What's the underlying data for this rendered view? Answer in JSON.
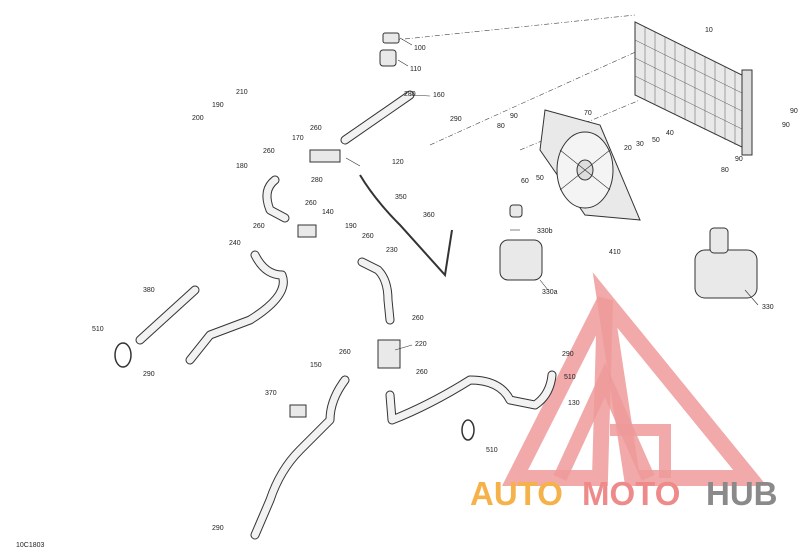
{
  "diagram_code": "10C1803",
  "watermark": {
    "part1": "AUTO",
    "part2": "MOTO",
    "part3": "HUB",
    "color_accent": "#e84c4c",
    "color_orange": "#f4a31c",
    "color_gray": "#7a7a7a"
  },
  "callouts": {
    "c10": "10",
    "c100": "100",
    "c110": "110",
    "c160": "160",
    "c210": "210",
    "c190a": "190",
    "c200": "200",
    "c280a": "280",
    "c260a": "260",
    "c290a": "290",
    "c170": "170",
    "c260b": "260",
    "c280b": "280",
    "c120": "120",
    "c180": "180",
    "c350": "350",
    "c260c": "260",
    "c140": "140",
    "c260d": "260",
    "c190b": "190",
    "c260e": "260",
    "c240": "240",
    "c230": "230",
    "c360": "360",
    "c330b": "330b",
    "c330a": "330a",
    "c380": "380",
    "c510a": "510",
    "c290b": "290",
    "c260f": "260",
    "c220": "220",
    "c150": "150",
    "c260g": "260",
    "c260h": "260",
    "c370": "370",
    "c290c": "290",
    "c510b": "510",
    "c130": "130",
    "c510c": "510",
    "c290d": "290",
    "c70": "70",
    "c90a": "90",
    "c80a": "80",
    "c60": "60",
    "c50a": "50",
    "c20": "20",
    "c30": "30",
    "c50b": "50",
    "c40": "40",
    "c90b": "90",
    "c80b": "80",
    "c410": "410",
    "c90c": "90",
    "c90d": "90",
    "c330": "330"
  }
}
